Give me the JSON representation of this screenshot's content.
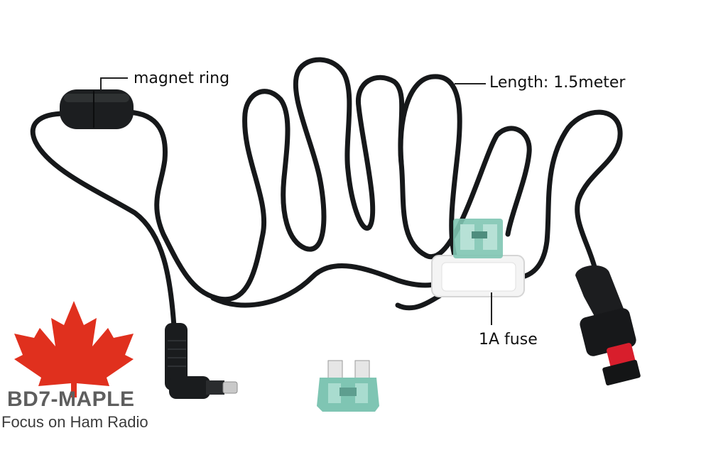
{
  "callouts": {
    "magnet_ring": "magnet ring",
    "length": "Length: 1.5meter",
    "fuse": "1A fuse"
  },
  "brand": {
    "name": "BD7-MAPLE",
    "tagline": "Focus on Ham Radio",
    "logo_icon": "maple-leaf-icon",
    "logo_color": "#e0301e"
  },
  "colors": {
    "cable": "#16181a",
    "fuse_body": "#7fc5b3",
    "fuse_holder": "#f4f4f4",
    "connector_red": "#d81e2c"
  }
}
